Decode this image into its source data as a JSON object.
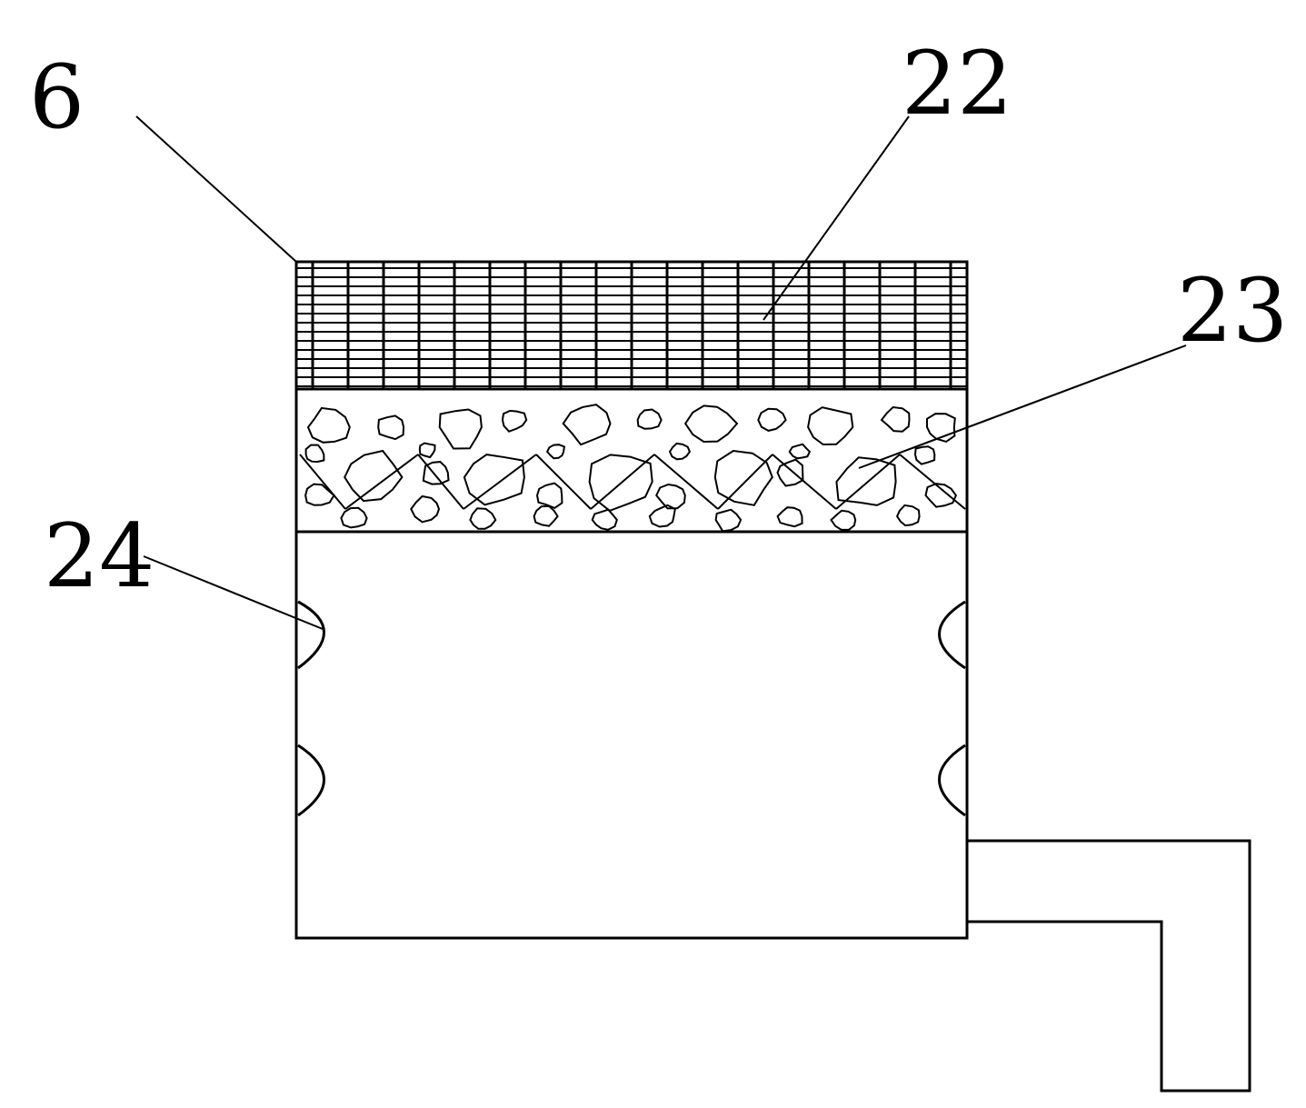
{
  "diagram": {
    "labels": {
      "label_6": "6",
      "label_22": "22",
      "label_23": "23",
      "label_24": "24"
    },
    "line_color": "#000000",
    "background": "#ffffff"
  }
}
